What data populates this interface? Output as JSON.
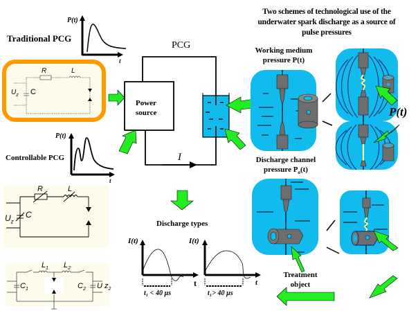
{
  "headings": {
    "traditional_pcg": "Traditional PCG",
    "controllable_pcg": "Controllable PCG",
    "pcg": "PCG",
    "power_source_line1": "Power",
    "power_source_line2": "source",
    "current": "I",
    "discharge_types": "Discharge types",
    "schemes_title_line1": "Two schemes of technological use of the",
    "schemes_title_line2": "underwater spark discharge as a source of",
    "schemes_title_line3": "pulse pressures",
    "working_medium_line1": "Working medium",
    "working_medium_line2": "pressure P(t)",
    "discharge_channel_line1": "Discharge channel",
    "discharge_channel_line2": "pressure P",
    "discharge_channel_sub": "a",
    "discharge_channel_tail": "(t)",
    "treatment_line1": "Treatment",
    "treatment_line2": "object",
    "pt_big": "P(t)"
  },
  "graphs": {
    "pressure_ylabel": "P(t)",
    "time_xlabel": "t",
    "current_ylabel": "I(t)",
    "short_pulse": "t₁ < 40 µs",
    "long_pulse": "t₁> 40 µs",
    "t_axis": "t"
  },
  "circuits": {
    "traditional": {
      "R": "R",
      "L": "L",
      "C": "C",
      "U": "U",
      "U_sub": "z"
    },
    "controllable": {
      "R": "R",
      "L": "L",
      "C": "C",
      "U": "U",
      "U_sub": "z"
    },
    "dual": {
      "L1": "L",
      "L1_sub": "1",
      "L2": "L",
      "L2_sub": "2",
      "C1": "C",
      "C1_sub": "1",
      "C2": "C",
      "C2_sub": "2",
      "U": "U z",
      "U_sub": "2"
    }
  },
  "colors": {
    "arrow_green": "#22ee22",
    "water_blue": "#11bbee",
    "highlight_orange": "#ff9900",
    "circuit_bg": "#fdfbe9",
    "electrode_gray": "#6e6e6e",
    "wave_dark_blue": "#0a3a7a"
  }
}
